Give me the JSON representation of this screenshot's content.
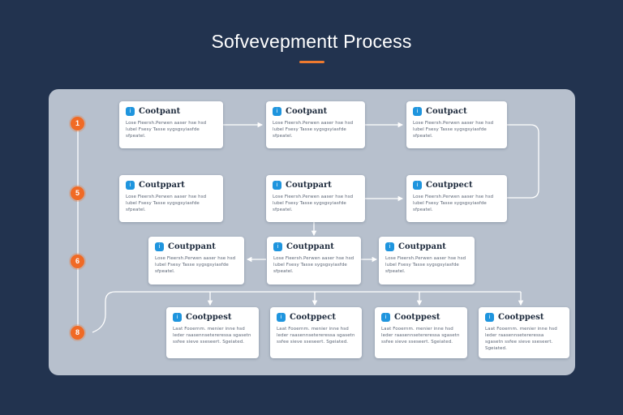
{
  "header": {
    "title": "Sofvevepmentt Process"
  },
  "colors": {
    "background": "#22334f",
    "panel": "#b7c0cd",
    "accent": "#ee7a2f",
    "icon": "#1f95de",
    "step": "#f06a25"
  },
  "steps": [
    {
      "label": "1"
    },
    {
      "label": "5"
    },
    {
      "label": "6"
    },
    {
      "label": "8"
    }
  ],
  "cards": [
    {
      "title": "Cootpant",
      "icon": "info-icon",
      "text": "Lose Fieersh.Perwen aaser hse hsd lubel Fsesy Tasse sygsgsyiasfde sfpeatel."
    },
    {
      "title": "Cootpant",
      "icon": "info-icon",
      "text": "Lose Fieersh.Perwen aaser hse hsd lubel Fsesy Tasse sygsgsyiasfde sfpeatel."
    },
    {
      "title": "Coutpact",
      "icon": "info-icon",
      "text": "Lose Fieersh.Perwen aaser hse hsd lubel Fsesy Tasse sygsgsyiasfde sfpeatel."
    },
    {
      "title": "Coutppart",
      "icon": "info-icon",
      "text": "Lose Fieersh.Perwen aaser hse hsd lubel Fsesy Tasse sygsgsyiasfde sfpeatel."
    },
    {
      "title": "Coutppart",
      "icon": "info-icon",
      "text": "Lose Fieersh.Perwen aaser hse hsd lubel Fsesy Tasse sygsgsyiasfde sfpeatel."
    },
    {
      "title": "Coutppect",
      "icon": "info-icon",
      "text": "Lose Fieersh.Perwen aaser hse hsd lubel Fsesy Tasse sygsgsyiasfde sfpeatel."
    },
    {
      "title": "Coutppant",
      "icon": "info-icon",
      "text": "Lose Fieersh.Perwen aaser hse hsd lubel Fsesy Tasse sygsgsyiasfde sfpeatel."
    },
    {
      "title": "Coutppant",
      "icon": "info-icon",
      "text": "Lose Fieersh.Perwen aaser hse hsd lubel Fsesy Tasse sygsgsyiasfde sfpeatel."
    },
    {
      "title": "Coutppant",
      "icon": "info-icon",
      "text": "Lose Fieersh.Perwen aaser hse hsd lubel Fsesy Tasse sygsgsyiasfde sfpeatel."
    },
    {
      "title": "Cootppest",
      "icon": "info-icon",
      "text": "Laat Fooernm. menier inne hsd leder raasennsetereressa sgasetn ssfee sieve sseseert. Sgeiated."
    },
    {
      "title": "Cootppect",
      "icon": "info-icon",
      "text": "Laat Fooernm. menier inne hsd leder raasennsetereressa sgasetn ssfee sieve sseseert. Sgeiated."
    },
    {
      "title": "Cootppest",
      "icon": "info-icon",
      "text": "Laat Fooernm. menier inne hsd leder raasennsetereressa sgasetn ssfee sieve sseseert. Sgeiated."
    },
    {
      "title": "Cootppest",
      "icon": "info-icon",
      "text": "Laat Fooernm. menier inne hsd leder raasennsetereressa sgasetn ssfee sieve sseseert. Sgeiated."
    }
  ]
}
